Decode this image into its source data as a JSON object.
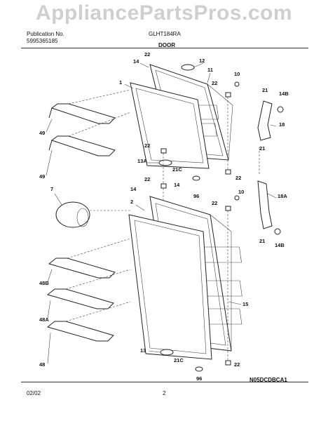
{
  "watermark": "AppliancePartsPros.com",
  "header": {
    "publication_label": "Publication No.",
    "publication_no": "5995365185",
    "model": "GLHT184RA",
    "section": "DOOR"
  },
  "footer": {
    "date": "02/02",
    "page": "2",
    "code": "N05DCDBCA1"
  },
  "callouts": [
    "22",
    "14",
    "12",
    "11",
    "10",
    "22",
    "1",
    "21",
    "14B",
    "18",
    "49",
    "22",
    "21",
    "13A",
    "21C",
    "22",
    "49",
    "7",
    "22",
    "14",
    "10",
    "14",
    "2",
    "22",
    "18A",
    "21",
    "14B",
    "48B",
    "48A",
    "15",
    "13",
    "21C",
    "22",
    "48",
    "96",
    "96"
  ]
}
